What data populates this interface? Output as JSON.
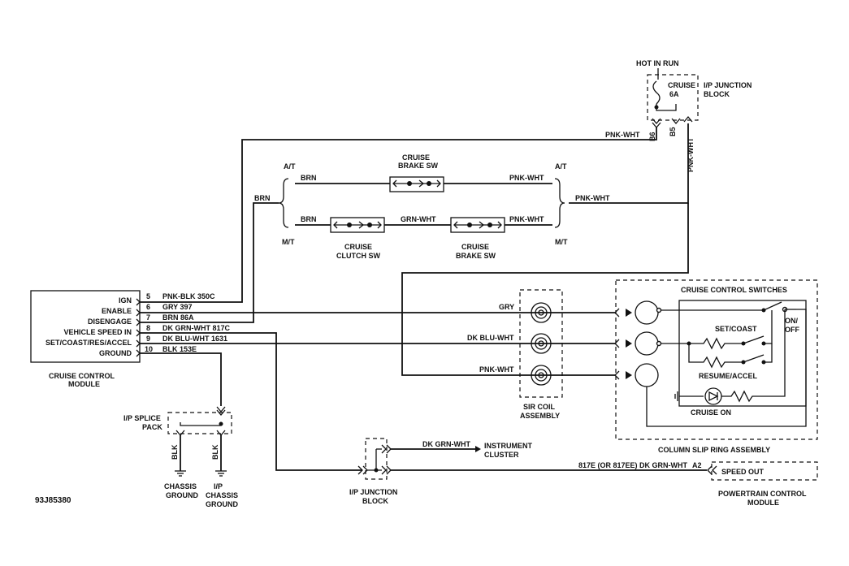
{
  "diagram": {
    "figure_id": "93J85380",
    "power": {
      "hot_in_run": "HOT IN RUN",
      "fuse_name": "CRUISE",
      "fuse_rating": "6A",
      "junction_label": "I/P JUNCTION",
      "junction_label2": "BLOCK",
      "pin_b6": "B6",
      "pin_b5": "B5"
    },
    "wires": {
      "pnk_wht": "PNK-WHT",
      "brn": "BRN",
      "grn_wht": "GRN-WHT",
      "gry": "GRY",
      "dk_blu_wht": "DK BLU-WHT",
      "dk_grn_wht": "DK GRN-WHT",
      "blk": "BLK",
      "speed_out_wire": "817E (OR 817EE) DK GRN-WHT",
      "speed_out_pin": "A2"
    },
    "brake": {
      "at": "A/T",
      "mt": "M/T",
      "brake_sw_top": "CRUISE",
      "brake_sw_bottom": "BRAKE SW",
      "clutch_sw_top": "CRUISE",
      "clutch_sw_bottom": "CLUTCH SW"
    },
    "module": {
      "name_line1": "CRUISE CONTROL",
      "name_line2": "MODULE",
      "pins": [
        {
          "label": "IGN",
          "num": "5",
          "wire": "PNK-BLK 350C"
        },
        {
          "label": "ENABLE",
          "num": "6",
          "wire": "GRY 397"
        },
        {
          "label": "DISENGAGE",
          "num": "7",
          "wire": "BRN 86A"
        },
        {
          "label": "VEHICLE SPEED IN",
          "num": "8",
          "wire": "DK GRN-WHT 817C"
        },
        {
          "label": "SET/COAST/RES/ACCEL",
          "num": "9",
          "wire": "DK BLU-WHT 1631"
        },
        {
          "label": "GROUND",
          "num": "10",
          "wire": "BLK 153E"
        }
      ]
    },
    "sir": {
      "line1": "SIR COIL",
      "line2": "ASSEMBLY"
    },
    "switches": {
      "title": "CRUISE CONTROL SWITCHES",
      "on_off_1": "ON/",
      "on_off_2": "OFF",
      "set_coast": "SET/COAST",
      "resume_accel": "RESUME/ACCEL",
      "cruise_on": "CRUISE ON",
      "slip_ring": "COLUMN SLIP RING ASSEMBLY"
    },
    "splice": {
      "line1": "I/P SPLICE",
      "line2": "PACK",
      "gnd1_line1": "CHASSIS",
      "gnd1_line2": "GROUND",
      "gnd2_line1": "I/P",
      "gnd2_line2": "CHASSIS",
      "gnd2_line3": "GROUND"
    },
    "lower_junction": {
      "line1": "I/P JUNCTION",
      "line2": "BLOCK"
    },
    "cluster": {
      "line1": "INSTRUMENT",
      "line2": "CLUSTER"
    },
    "pcm": {
      "speed_out": "SPEED OUT",
      "line1": "POWERTRAIN CONTROL",
      "line2": "MODULE"
    }
  }
}
